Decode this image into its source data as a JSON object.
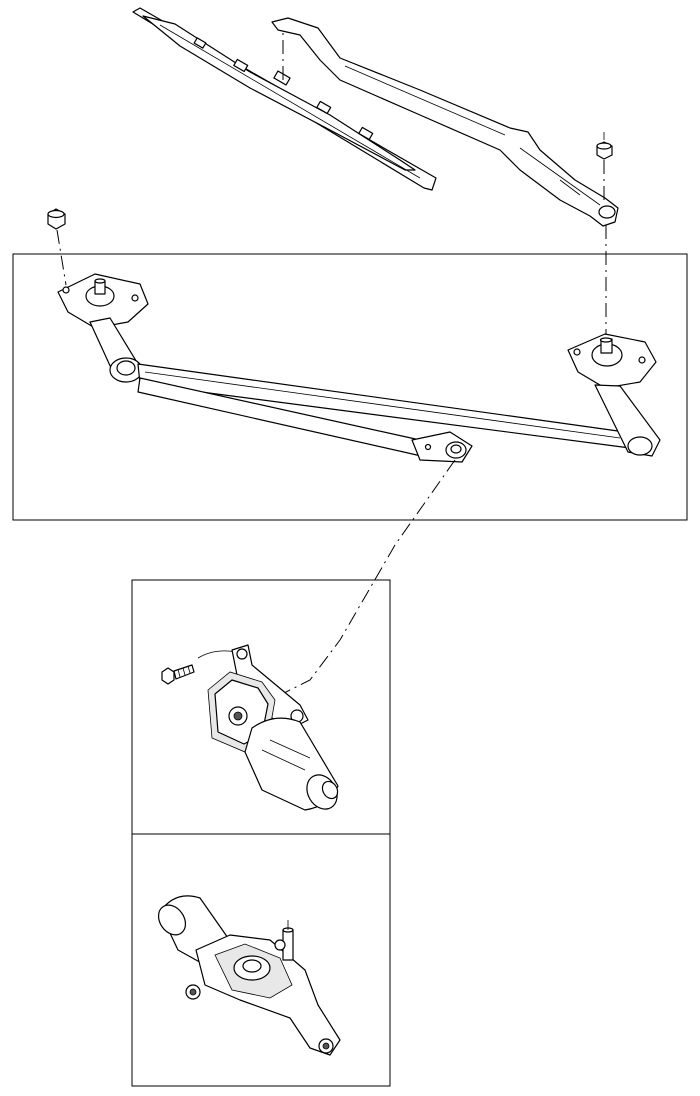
{
  "diagram": {
    "labels": [],
    "colors": {
      "line": "#000000",
      "background": "#ffffff",
      "shade": "#e8e8e8"
    },
    "parts": [
      "wiper-blade",
      "wiper-arm",
      "nut-left",
      "nut-right",
      "wiper-linkage",
      "wiper-motor-front",
      "motor-bolt",
      "wiper-motor-rear"
    ]
  }
}
